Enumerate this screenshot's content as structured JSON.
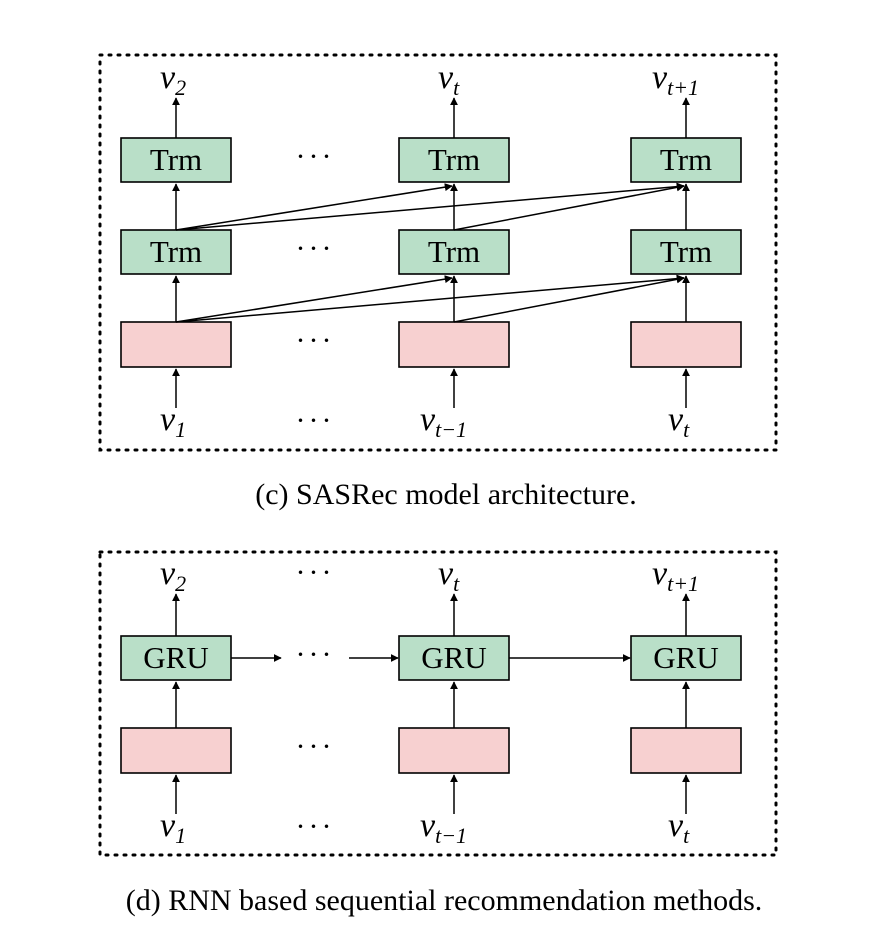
{
  "figure_c": {
    "caption": "(c) SASRec model architecture.",
    "block_label": "Trm",
    "ellipsis": "···",
    "outputs": [
      {
        "base": "v",
        "sub": "2"
      },
      {
        "base": "v",
        "sub": "t"
      },
      {
        "base": "v",
        "sub": "t+1"
      }
    ],
    "inputs": [
      {
        "base": "v",
        "sub": "1"
      },
      {
        "base": "v",
        "sub": "t−1"
      },
      {
        "base": "v",
        "sub": "t"
      }
    ]
  },
  "figure_d": {
    "caption": "(d) RNN based sequential recommendation methods.",
    "block_label": "GRU",
    "ellipsis": "···",
    "outputs": [
      {
        "base": "v",
        "sub": "2"
      },
      {
        "base": "v",
        "sub": "t"
      },
      {
        "base": "v",
        "sub": "t+1"
      }
    ],
    "inputs": [
      {
        "base": "v",
        "sub": "1"
      },
      {
        "base": "v",
        "sub": "t−1"
      },
      {
        "base": "v",
        "sub": "t"
      }
    ]
  },
  "colors": {
    "transformer_block": "#b9dfc8",
    "embedding_block": "#f7d0d0",
    "line": "#000000"
  }
}
